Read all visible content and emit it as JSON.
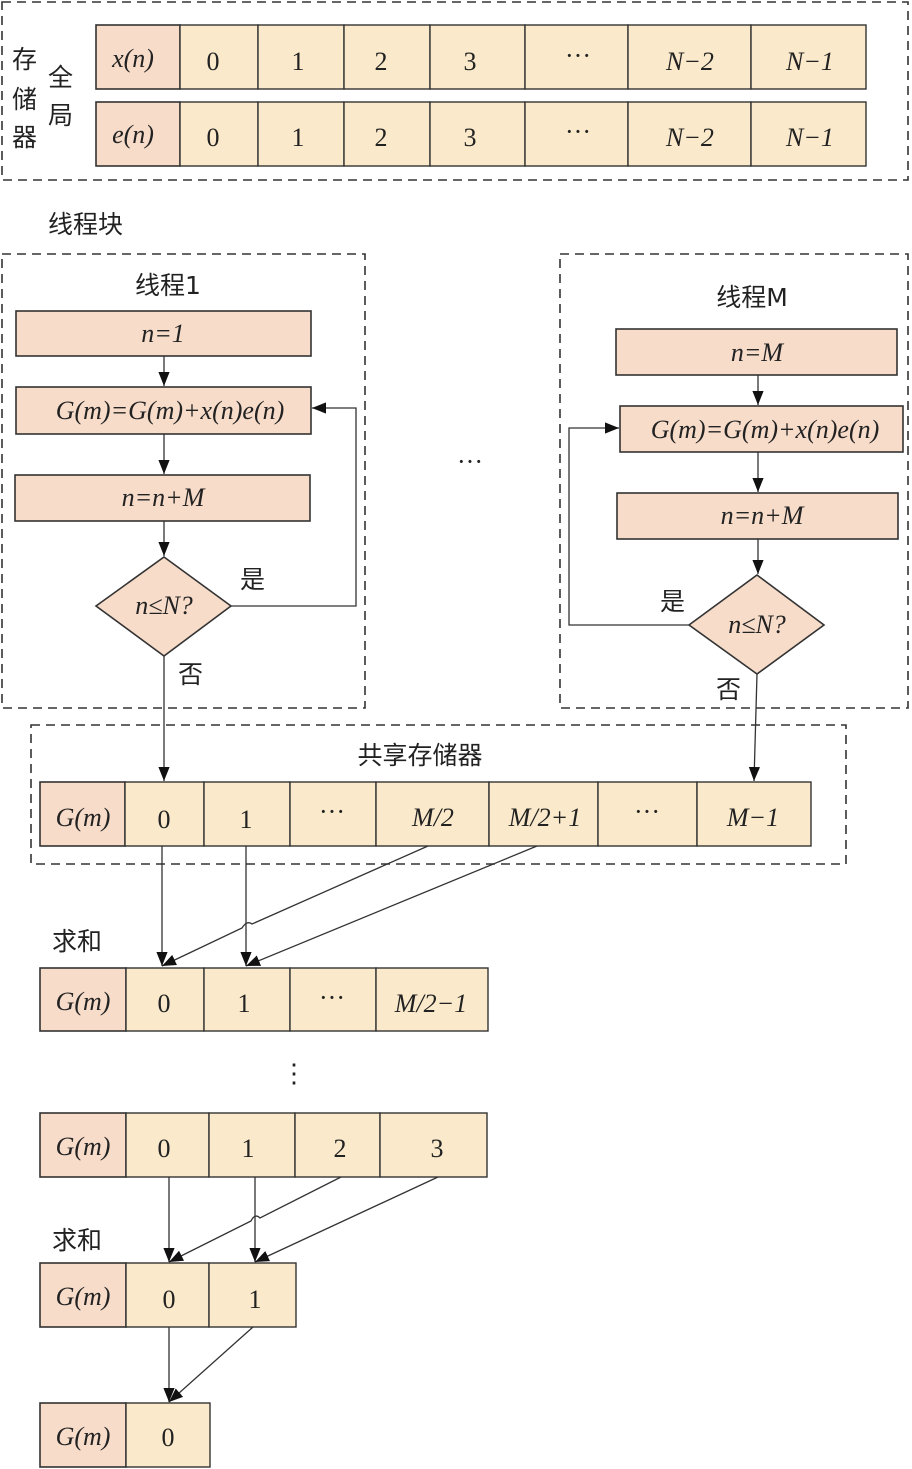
{
  "global_memory": {
    "label_col1": [
      "存",
      "储",
      "器"
    ],
    "label_col2": [
      "全",
      "局"
    ],
    "rows": [
      {
        "header": "x(n)",
        "cells": [
          "0",
          "1",
          "2",
          "3",
          "···",
          "N−2",
          "N−1"
        ]
      },
      {
        "header": "e(n)",
        "cells": [
          "0",
          "1",
          "2",
          "3",
          "···",
          "N−2",
          "N−1"
        ]
      }
    ]
  },
  "thread_block_label": "线程块",
  "threads": [
    {
      "title": "线程1",
      "init": "n=1",
      "accumulate": "G(m)=G(m)+x(n)e(n)",
      "increment": "n=n+M",
      "condition": "n≤N?",
      "yes_label": "是",
      "no_label": "否"
    },
    {
      "title": "线程M",
      "init": "n=M",
      "accumulate": "G(m)=G(m)+x(n)e(n)",
      "increment": "n=n+M",
      "condition": "n≤N?",
      "yes_label": "是",
      "no_label": "否"
    }
  ],
  "threads_ellipsis": "···",
  "shared_memory": {
    "title": "共享存储器",
    "header": "G(m)",
    "cells": [
      "0",
      "1",
      "···",
      "M/2",
      "M/2+1",
      "···",
      "M−1"
    ]
  },
  "reductions": [
    {
      "label": "求和",
      "header": "G(m)",
      "cells": [
        "0",
        "1",
        "···",
        "M/2−1"
      ]
    },
    {
      "label": "",
      "header": "G(m)",
      "cells": [
        "0",
        "1",
        "2",
        "3"
      ]
    },
    {
      "label": "求和",
      "header": "G(m)",
      "cells": [
        "0",
        "1"
      ]
    },
    {
      "label": "",
      "header": "G(m)",
      "cells": [
        "0"
      ]
    }
  ],
  "vertical_ellipsis": "⋮"
}
